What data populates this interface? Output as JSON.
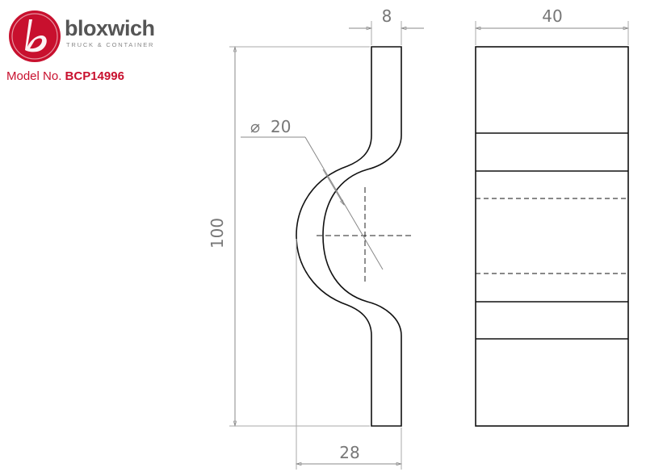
{
  "brand": {
    "name": "bloxwich",
    "tagline": "TRUCK & CONTAINER",
    "accent_color": "#c8102e"
  },
  "model": {
    "label": "Model No.",
    "value": "BCP14996"
  },
  "dimensions": {
    "thickness": "8",
    "width": "40",
    "diameter": "20",
    "height": "100",
    "depth": "28",
    "diameter_symbol": "⌀"
  }
}
